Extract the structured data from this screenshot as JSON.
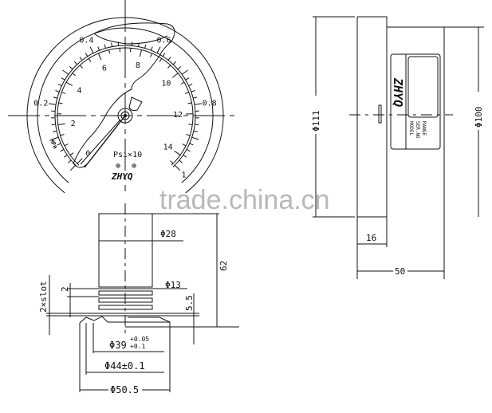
{
  "front_view": {
    "mpa_labels": [
      "0.2",
      "0.4",
      "0.6",
      "0.8",
      "1"
    ],
    "mpa_values": [
      0.2,
      0.4,
      0.6,
      0.8,
      1.0
    ],
    "psi_labels": [
      "0",
      "2",
      "4",
      "6",
      "8",
      "10",
      "12",
      "14"
    ],
    "psi_values": [
      0,
      2,
      4,
      6,
      8,
      10,
      12,
      14
    ],
    "psi_max": 14.5,
    "mpa_max": 1.0,
    "unit_mpa": "MPa",
    "unit_psi": "Psi×10",
    "brand": "ZHYQ"
  },
  "bottom_view": {
    "dim_phi28": "Φ28",
    "dim_62": "62",
    "dim_phi13": "Φ13",
    "dim_5_5": "5.5",
    "dim_2": "2",
    "dim_slot": "2×slot",
    "dim_phi39": "Φ39",
    "tol_phi39_upper": "+0.05",
    "tol_phi39_lower": "+0.1",
    "dim_phi44": "Φ44±0.1",
    "dim_phi50_5": "Φ50.5"
  },
  "side_view": {
    "dim_phi111": "Φ111",
    "dim_phi100": "Φ100",
    "dim_16": "16",
    "dim_50": "50",
    "brand": "ZHYQ",
    "label_lines": [
      "MODEL",
      "SER.NO",
      "RANGE"
    ]
  },
  "watermark": "trade.china.cn"
}
